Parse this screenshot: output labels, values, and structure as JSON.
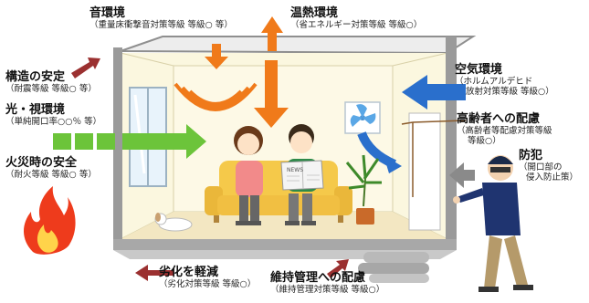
{
  "labels": {
    "sound": {
      "title": "音環境",
      "sub": "（重量床衝撃音対策等級 等級○ 等）"
    },
    "thermal": {
      "title": "温熱環境",
      "sub": "（省エネルギー対策等級 等級○）"
    },
    "structure": {
      "title": "構造の安定",
      "sub": "（耐震等級 等級○ 等）"
    },
    "light": {
      "title": "光・視環境",
      "sub": "（単純開口率○○％ 等）"
    },
    "fire": {
      "title": "火災時の安全",
      "sub": "（耐火等級 等級○ 等）"
    },
    "air": {
      "title": "空気環境",
      "sub1": "（ホルムアルデヒド",
      "sub2": "放射対策等級 等級○）"
    },
    "elderly": {
      "title": "高齢者への配慮",
      "sub1": "（高齢者等配慮対策等級",
      "sub2": "等級○）"
    },
    "security": {
      "title": "防犯",
      "sub1": "（開口部の",
      "sub2": "侵入防止策）"
    },
    "deterioration": {
      "title": "劣化を軽減",
      "sub": "（劣化対策等級 等級○）"
    },
    "maintenance": {
      "title": "維持管理への配慮",
      "sub": "（維持管理対策等級 等級○）"
    }
  },
  "newspaper_text": "NEWS",
  "colors": {
    "house_wall": "#8f8f8f",
    "room_bg": "#fbf7df",
    "orange_arrow": "#f07a1a",
    "blue_arrow": "#2a6fcc",
    "green_arrow": "#6cc43a",
    "red_arrow": "#9b3030",
    "gray_arrow": "#8a8a8a",
    "fire": "#ee3b1c",
    "sofa": "#f5c94a"
  },
  "icons": [
    "fire-icon",
    "fan-icon",
    "sound-wave-icon",
    "burglar-icon",
    "dog-icon",
    "plant-icon",
    "pipes-icon"
  ]
}
